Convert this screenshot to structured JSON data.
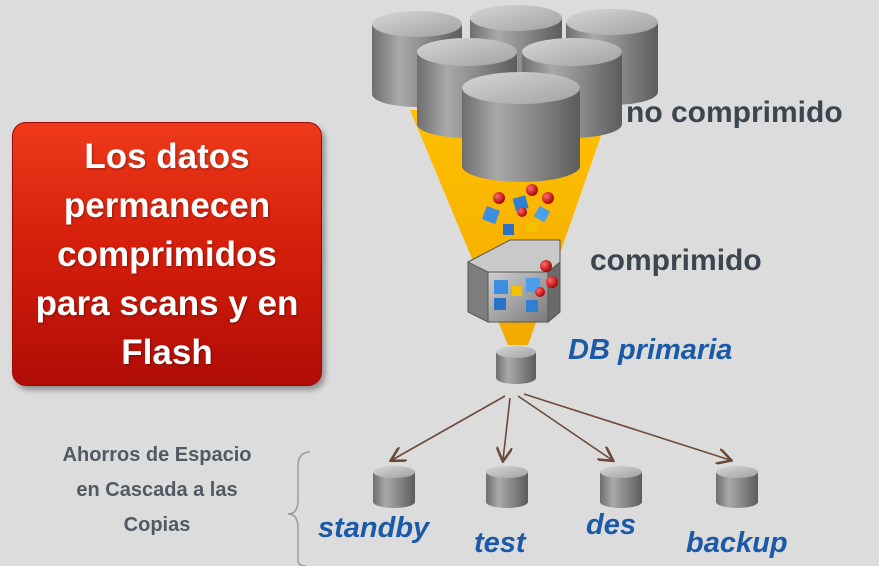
{
  "callout": {
    "text": "Los datos permanecen comprimidos para scans y en Flash"
  },
  "labels": {
    "uncompressed": "no comprimido",
    "compressed": "comprimido",
    "primary_db": "DB primaria",
    "standby": "standby",
    "test": "test",
    "dev": "des",
    "backup": "backup"
  },
  "savings_note": {
    "line1": "Ahorros de Espacio",
    "line2": "en Cascada a las",
    "line3": "Copias"
  },
  "colors": {
    "background": "#dcdcdc",
    "callout_red": "#d61f0c",
    "funnel_yellow": "#f5b800",
    "label_blue": "#1a5aa8",
    "label_gray": "#3c4650",
    "arrow_brown": "#6b4a3a"
  }
}
